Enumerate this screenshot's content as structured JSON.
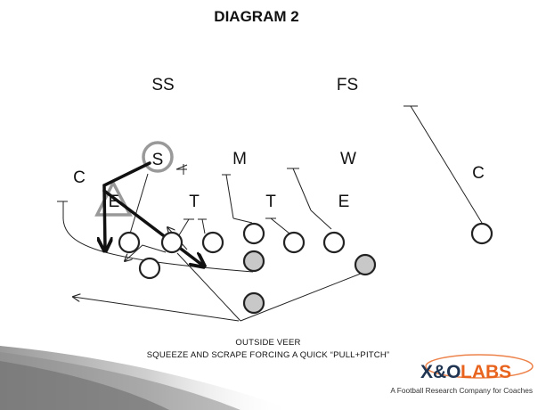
{
  "title": "DIAGRAM 2",
  "defense": {
    "ss": "SS",
    "fs": "FS",
    "s": "S",
    "m": "M",
    "w": "W",
    "c_left": "C",
    "c_right": "C",
    "e_left": "E",
    "t_left": "T",
    "t_right": "T",
    "e_right": "E"
  },
  "caption": {
    "line1": "OUTSIDE VEER",
    "line2": "SQUEEZE AND SCRAPE FORCING A QUICK “PULL+PITCH”"
  },
  "logo": {
    "text_xo": "X&O",
    "text_labs": "LABS",
    "tagline": "A Football Research Company for Coaches"
  },
  "colors": {
    "line": "#222222",
    "player_fill": "#ffffff",
    "back_fill": "#c8c8c8",
    "highlight": "#999999",
    "logo_orange": "#e8641e",
    "logo_dark": "#1f3552"
  }
}
